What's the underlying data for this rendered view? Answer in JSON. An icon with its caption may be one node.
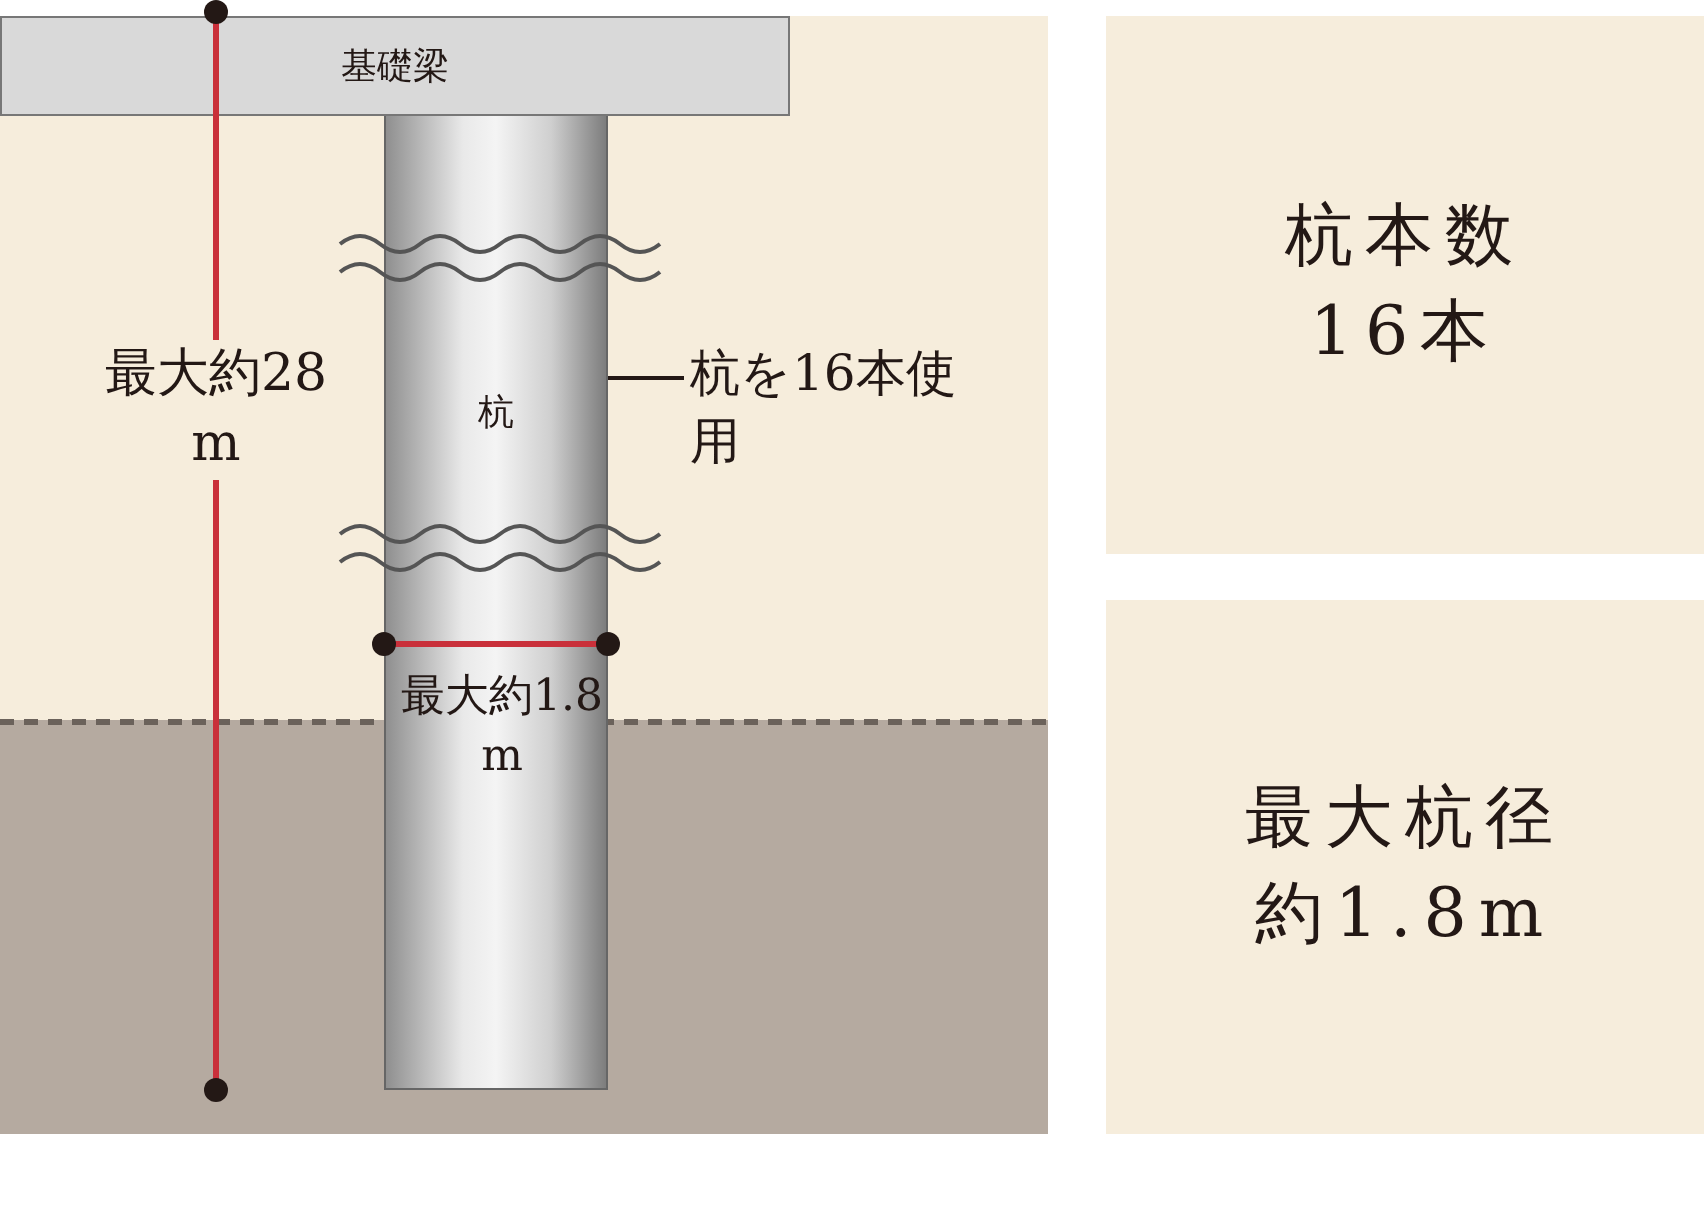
{
  "diagram": {
    "nodes": [
      {
        "text": [
          "基礎梁"
        ]
      },
      {
        "text": [
          "杭"
        ]
      },
      {
        "text": [
          "杭を16本使用"
        ]
      },
      {
        "text": [
          "杭本数",
          "16本"
        ]
      },
      {
        "text": [
          "最大杭径",
          "約1.8m"
        ]
      }
    ],
    "edges": [
      {
        "from": 2,
        "to": 1,
        "arrow": "none"
      }
    ],
    "labels": [
      "最大約28m",
      "最大約1.8m"
    ]
  }
}
